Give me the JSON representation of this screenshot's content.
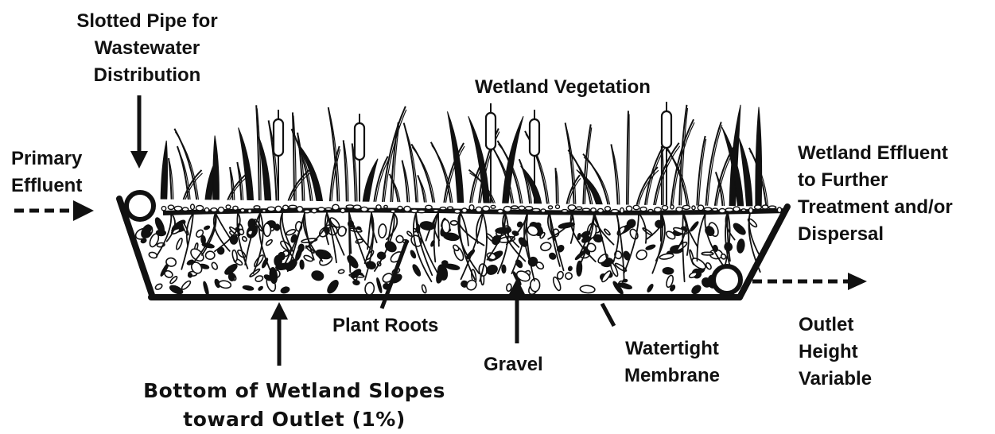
{
  "labels": {
    "slotted_pipe": [
      "Slotted Pipe for",
      "Wastewater",
      "Distribution"
    ],
    "primary_effluent": [
      "Primary",
      "Effluent"
    ],
    "wetland_vegetation": "Wetland Vegetation",
    "wetland_effluent": [
      "Wetland Effluent",
      "to Further",
      "Treatment and/or",
      "Dispersal"
    ],
    "plant_roots": "Plant Roots",
    "gravel": "Gravel",
    "watertight_membrane": [
      "Watertight",
      "Membrane"
    ],
    "outlet_height": [
      "Outlet",
      "Height",
      "Variable"
    ],
    "bottom_slope": [
      "Bottom of Wetland Slopes",
      "toward Outlet (1%)"
    ]
  },
  "colors": {
    "ink": "#111111",
    "background": "#ffffff"
  }
}
